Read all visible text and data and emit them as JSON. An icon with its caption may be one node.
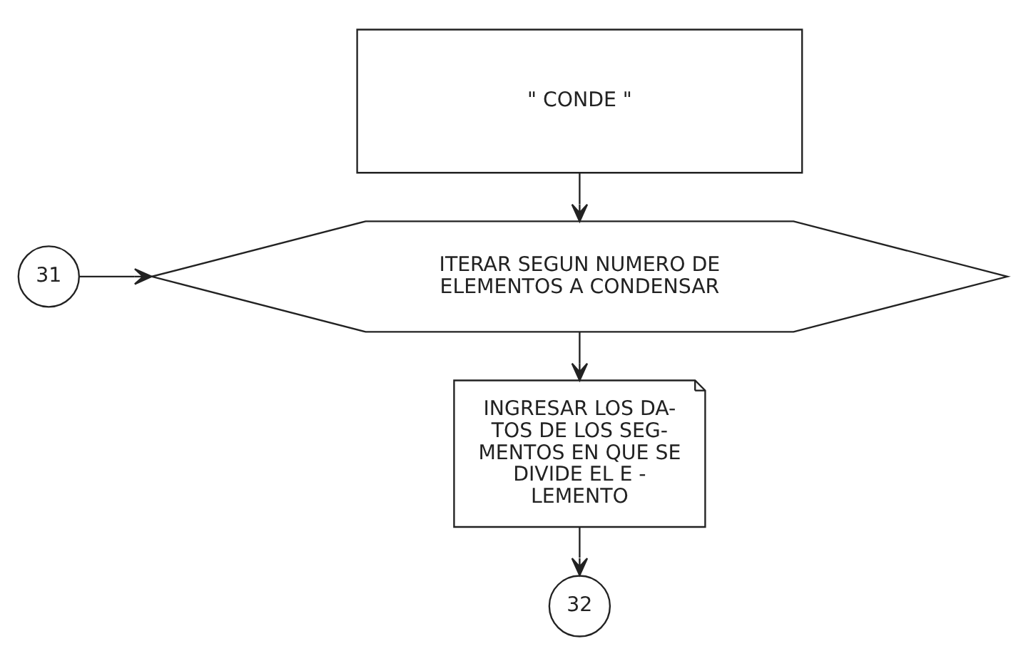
{
  "diagram": {
    "nodes": [
      {
        "text": [
          "\" CONDE \""
        ]
      },
      {
        "text": [
          "ITERAR SEGUN NUMERO DE ELEMENTOS A CONDENSAR"
        ]
      },
      {
        "text": [
          "INGRESAR LOS DA- TOS DE LOS SEG- MENTOS EN QUE SE DIVIDE EL E - LEMENTO"
        ]
      },
      {
        "text": [
          "31"
        ]
      },
      {
        "text": [
          "32"
        ]
      }
    ],
    "edges": [
      {
        "from": 0,
        "to": 1,
        "arrow": "to"
      },
      {
        "from": 3,
        "to": 1,
        "arrow": "to"
      },
      {
        "from": 1,
        "to": 2,
        "arrow": "to"
      },
      {
        "from": 2,
        "to": 4,
        "arrow": "to"
      }
    ]
  }
}
